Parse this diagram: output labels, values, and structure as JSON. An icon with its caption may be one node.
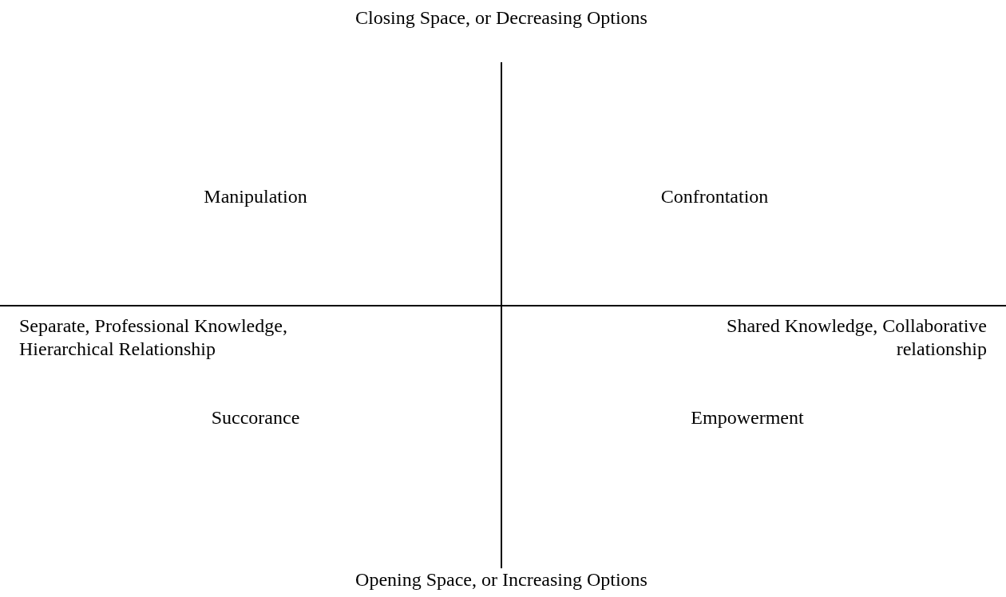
{
  "diagram": {
    "labels": [
      "Closing Space, or Decreasing Options",
      "Manipulation",
      "Confrontation",
      "Separate, Professional Knowledge, Hierarchical Relationship",
      "Shared Knowledge, Collaborative relationship",
      "Succorance",
      "Empowerment",
      "Opening Space, or Increasing Options"
    ]
  }
}
